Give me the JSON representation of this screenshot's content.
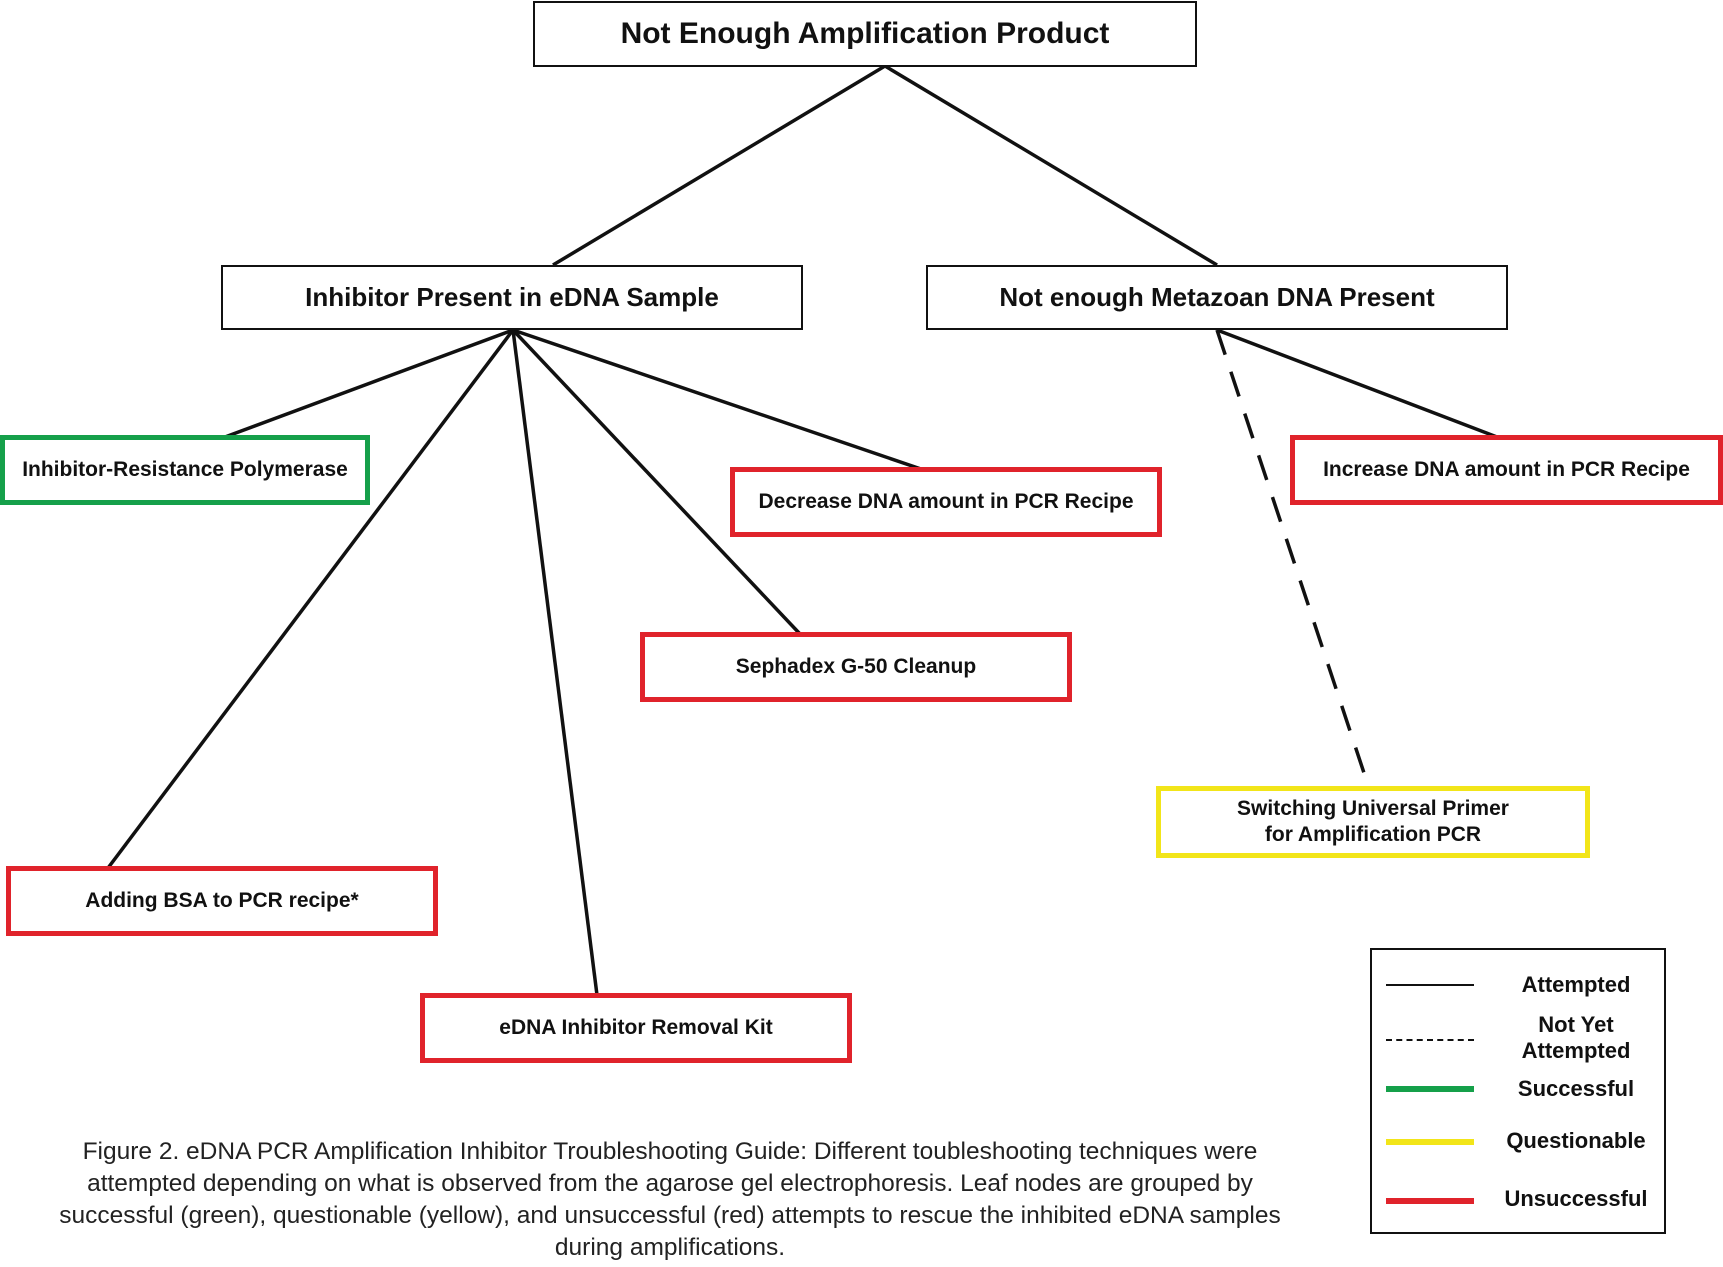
{
  "nodes": {
    "root": "Not Enough Amplification Product",
    "inhibitor": "Inhibitor Present in eDNA Sample",
    "metazoan": "Not enough Metazoan DNA Present",
    "polymerase": "Inhibitor-Resistance Polymerase",
    "decrease_dna": "Decrease DNA amount in PCR Recipe",
    "sephadex": "Sephadex G-50 Cleanup",
    "bsa": "Adding BSA to PCR recipe*",
    "removal_kit": "eDNA Inhibitor Removal Kit",
    "increase_dna": "Increase DNA amount in PCR Recipe",
    "primer": "Switching Universal Primer\nfor Amplification PCR"
  },
  "legend": {
    "attempted": "Attempted",
    "not_yet": "Not Yet\nAttempted",
    "successful": "Successful",
    "questionable": "Questionable",
    "unsuccessful": "Unsuccessful"
  },
  "colors": {
    "successful": "#15a04a",
    "questionable": "#f2e519",
    "unsuccessful": "#e0232b",
    "line": "#111111"
  },
  "caption": "Figure 2. eDNA PCR Amplification Inhibitor Troubleshooting Guide: Different toubleshooting techniques were attempted depending on what is observed from the agarose gel electrophoresis. Leaf nodes are grouped by successful (green), questionable (yellow), and unsuccessful (red) attempts to rescue the inhibited eDNA samples during amplifications."
}
